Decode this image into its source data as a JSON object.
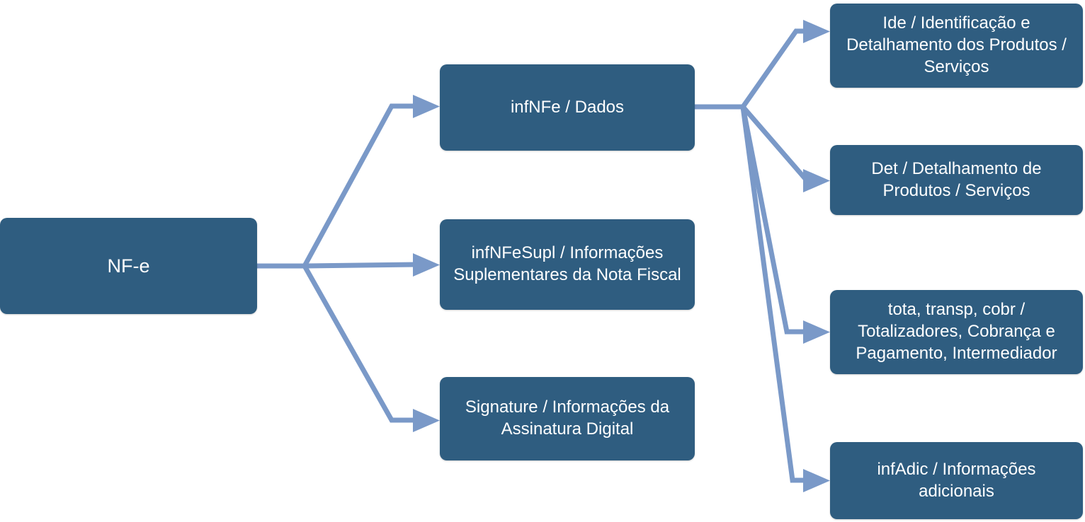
{
  "diagram": {
    "title": "NF-e XML structure tree",
    "colors": {
      "node_fill": "#2F5D80",
      "node_text": "#FFFFFF",
      "connector": "#7A99C8",
      "background": "#FFFFFF"
    }
  },
  "nodes": {
    "root": {
      "label": "NF-e"
    },
    "level1": [
      {
        "id": "infNFe",
        "label": "infNFe / Dados"
      },
      {
        "id": "infNFeSupl",
        "label": "infNFeSupl / Informações Suplementares da Nota Fiscal"
      },
      {
        "id": "Signature",
        "label": "Signature / Informações da Assinatura Digital"
      }
    ],
    "level2": [
      {
        "id": "ide",
        "label": "Ide / Identificação e Detalhamento dos Produtos / Serviços"
      },
      {
        "id": "det",
        "label": "Det / Detalhamento de Produtos / Serviços"
      },
      {
        "id": "tota",
        "label": "tota, transp, cobr / Totalizadores, Cobrança e Pagamento, Intermediador"
      },
      {
        "id": "infAdic",
        "label": "infAdic / Informações adicionais"
      }
    ]
  },
  "edges": [
    {
      "from": "NF-e",
      "to": "infNFe / Dados"
    },
    {
      "from": "NF-e",
      "to": "infNFeSupl / Informações Suplementares da Nota Fiscal"
    },
    {
      "from": "NF-e",
      "to": "Signature / Informações da Assinatura Digital"
    },
    {
      "from": "infNFe / Dados",
      "to": "Ide / Identificação e Detalhamento dos Produtos / Serviços"
    },
    {
      "from": "infNFe / Dados",
      "to": "Det / Detalhamento de Produtos / Serviços"
    },
    {
      "from": "infNFe / Dados",
      "to": "tota, transp, cobr / Totalizadores, Cobrança e Pagamento, Intermediador"
    },
    {
      "from": "infNFe / Dados",
      "to": "infAdic / Informações adicionais"
    }
  ]
}
